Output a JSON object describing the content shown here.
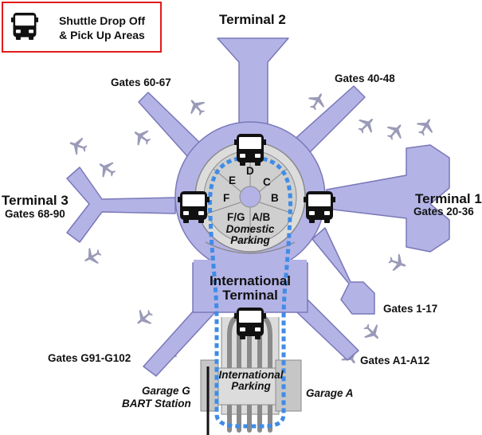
{
  "legend": {
    "line1": "Shuttle Drop Off",
    "line2": "& Pick Up Areas",
    "icon": "bus-icon"
  },
  "terminals": {
    "t1": "Terminal 1",
    "t2": "Terminal 2",
    "t3": "Terminal 3",
    "intl_line1": "International",
    "intl_line2": "Terminal"
  },
  "gates": {
    "g60_67": "Gates 60-67",
    "g40_48": "Gates 40-48",
    "g68_90": "Gates 68-90",
    "g20_36": "Gates 20-36",
    "g1_17": "Gates 1-17",
    "gA": "Gates A1-A12",
    "gG": "Gates G91-G102"
  },
  "garages": {
    "domestic_sections": [
      "D",
      "C",
      "B",
      "A/B",
      "F/G",
      "F",
      "E"
    ],
    "domestic_line1": "Domestic",
    "domestic_line2": "Parking",
    "intl_line1": "International",
    "intl_line2": "Parking",
    "garage_g": "Garage G",
    "bart": "BART Station",
    "garage_a": "Garage A"
  },
  "colors": {
    "terminal_fill": "#b4b3e6",
    "terminal_stroke": "#7a78b8",
    "garage_gray": "#c6c6c6",
    "shuttle_route": "#3f8ce6",
    "legend_border": "#e01b1b",
    "airplane": "#9a9ab8"
  }
}
